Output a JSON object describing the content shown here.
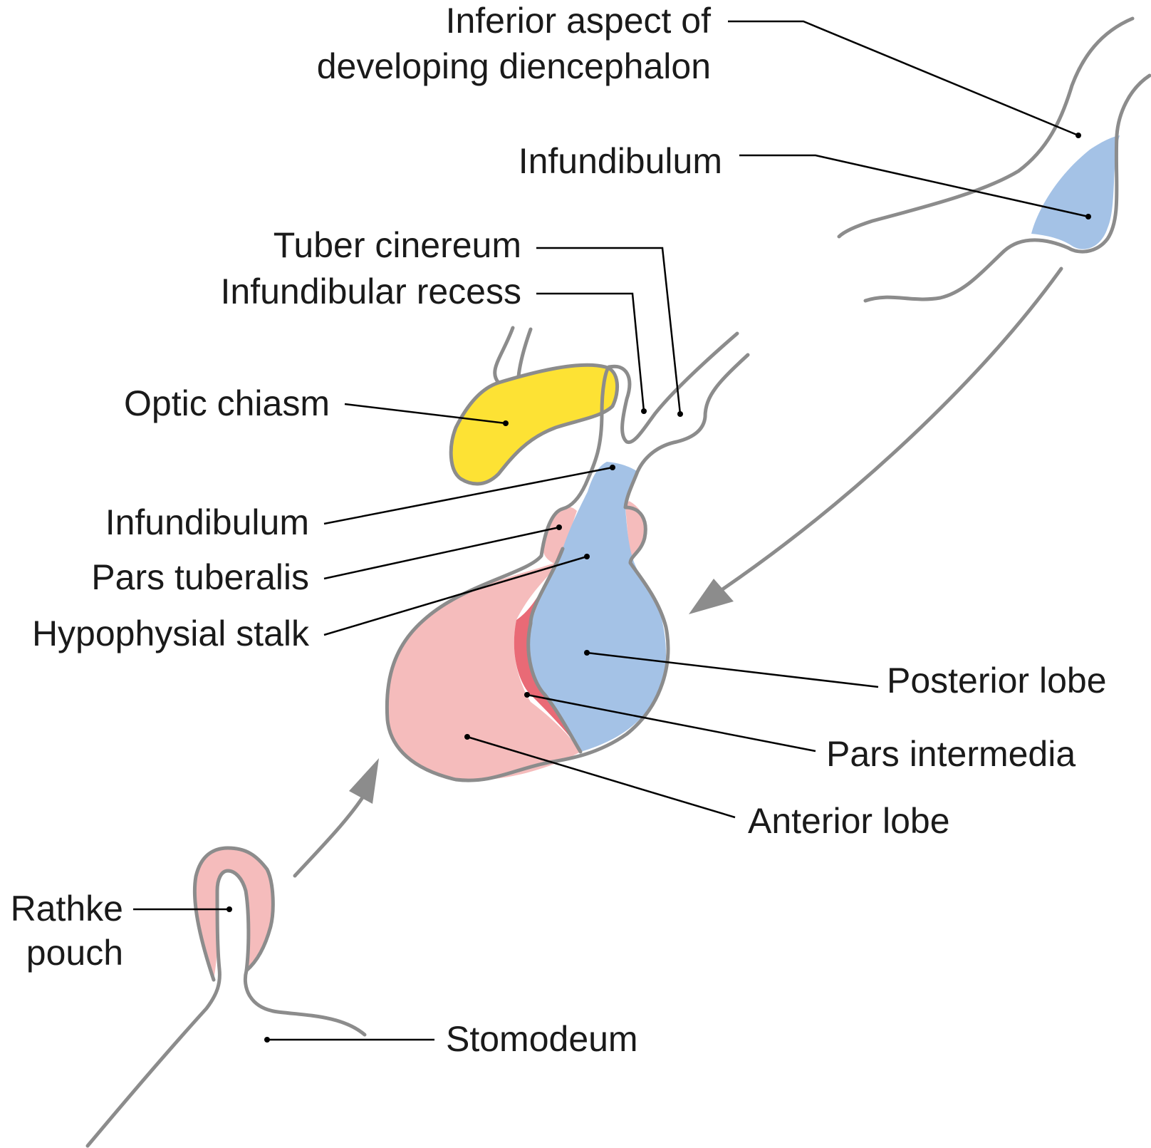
{
  "labels": {
    "inferior_aspect_line1": "Inferior aspect of",
    "inferior_aspect_line2": "developing diencephalon",
    "infundibulum_top": "Infundibulum",
    "tuber_cinereum": "Tuber cinereum",
    "infundibular_recess": "Infundibular recess",
    "optic_chiasm": "Optic chiasm",
    "infundibulum_mid": "Infundibulum",
    "pars_tuberalis": "Pars tuberalis",
    "hypophysial_stalk": "Hypophysial stalk",
    "posterior_lobe": "Posterior lobe",
    "pars_intermedia": "Pars intermedia",
    "anterior_lobe": "Anterior lobe",
    "rathke_line1": "Rathke",
    "rathke_line2": "pouch",
    "stomodeum": "Stomodeum"
  },
  "colors": {
    "neural_tissue": "#a4c2e6",
    "adenohypophysis": "#f5bcbc",
    "pars_intermedia": "#e96a76",
    "optic_chiasm": "#fde234",
    "outline": "#8c8c8c",
    "arrow": "#8c8c8c"
  }
}
